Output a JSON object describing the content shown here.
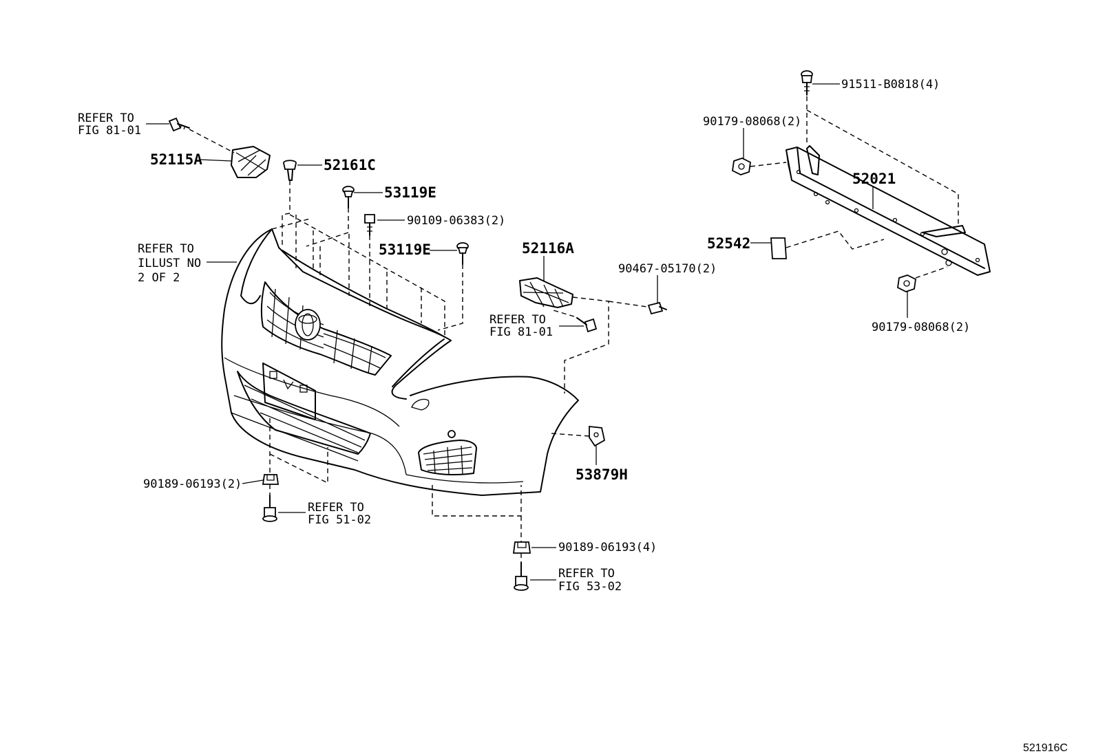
{
  "labels": {
    "refer_81_01_a_line1": "REFER TO",
    "refer_81_01_a_line2": "FIG 81-01",
    "p52115A": "52115A",
    "p52161C": "52161C",
    "p53119E_a": "53119E",
    "p90109_06383": "90109-06383(2)",
    "p53119E_b": "53119E",
    "refer_illust_line1": "REFER TO",
    "refer_illust_line2": "ILLUST NO",
    "refer_illust_line3": "2 OF 2",
    "p52116A": "52116A",
    "p90467_05170": "90467-05170(2)",
    "refer_81_01_b_line1": "REFER TO",
    "refer_81_01_b_line2": "FIG 81-01",
    "p53879H": "53879H",
    "p90189_06193_a": "90189-06193(2)",
    "refer_51_02_line1": "REFER TO",
    "refer_51_02_line2": "FIG 51-02",
    "p90189_06193_b": "90189-06193(4)",
    "refer_53_02_line1": "REFER TO",
    "refer_53_02_line2": "FIG 53-02",
    "p91511_B0818": "91511-B0818(4)",
    "p90179_08068_a": "90179-08068(2)",
    "p52021": "52021",
    "p52542": "52542",
    "p90179_08068_b": "90179-08068(2)",
    "figure_code": "521916C"
  }
}
